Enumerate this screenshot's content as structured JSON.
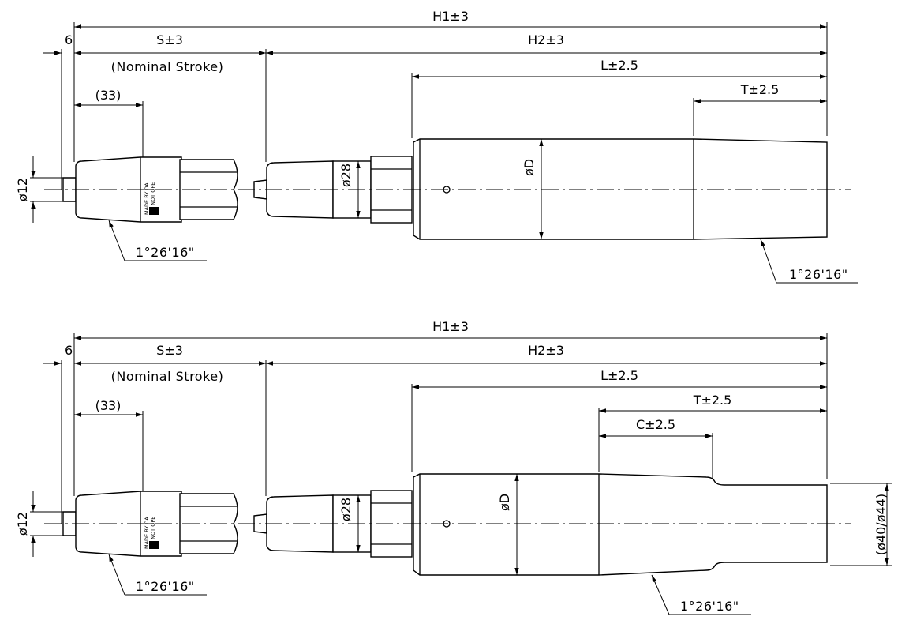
{
  "views": [
    {
      "id": "top",
      "dims": {
        "h1": "H1±3",
        "six": "6",
        "s": "S±3",
        "nominal": "(Nominal Stroke)",
        "h2": "H2±3",
        "l": "L±2.5",
        "t": "T±2.5",
        "n33": "(33)",
        "d12": "ø12",
        "d28": "ø28",
        "dD": "øD",
        "angle_left": "1°26'16\"",
        "angle_right": "1°26'16\""
      },
      "marking": [
        "MADE BY DA",
        "DO NOT OPE"
      ]
    },
    {
      "id": "bottom",
      "dims": {
        "h1": "H1±3",
        "six": "6",
        "s": "S±3",
        "nominal": "(Nominal Stroke)",
        "h2": "H2±3",
        "l": "L±2.5",
        "t": "T±2.5",
        "c": "C±2.5",
        "n33": "(33)",
        "d12": "ø12",
        "d28": "ø28",
        "dD": "øD",
        "d4044": "(ø40/ø44)",
        "angle_left": "1°26'16\"",
        "angle_right": "1°26'16\""
      },
      "marking": [
        "MADE BY DA",
        "DO NOT OPE"
      ]
    }
  ]
}
